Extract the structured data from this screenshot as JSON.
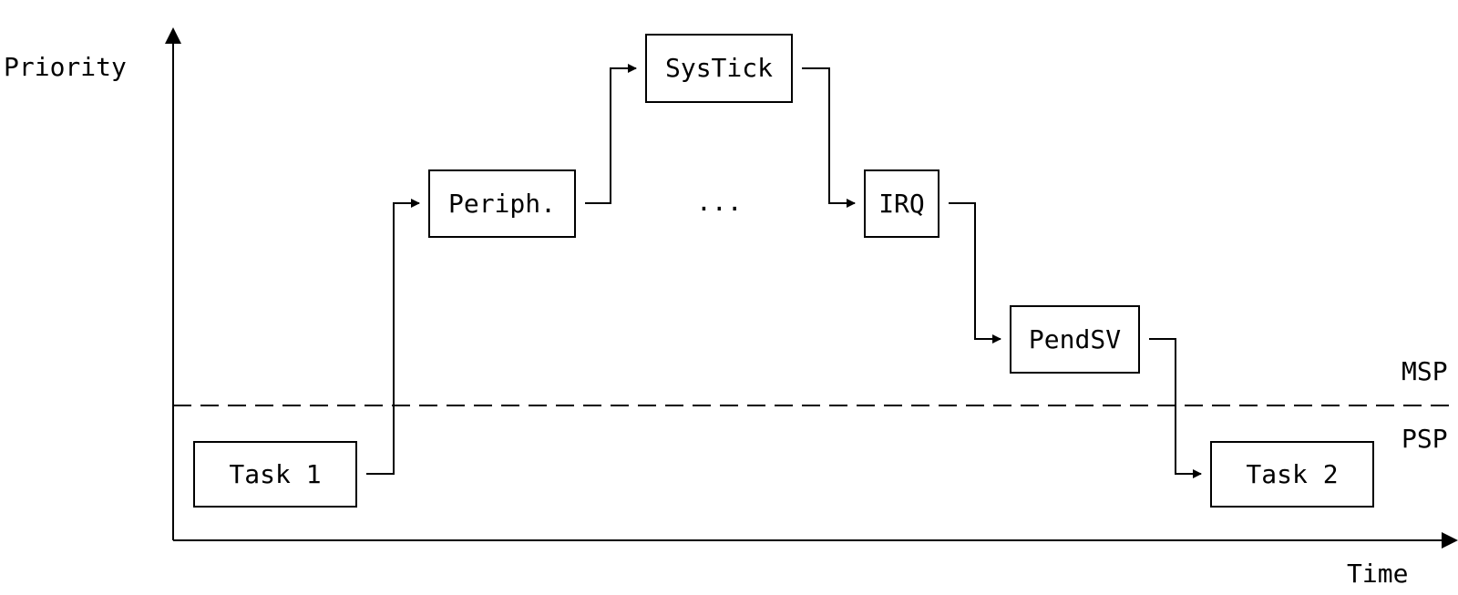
{
  "axes": {
    "y_label": "Priority",
    "x_label": "Time"
  },
  "stack_pointers": {
    "upper": "MSP",
    "lower": "PSP"
  },
  "nodes": {
    "task1": "Task 1",
    "periph": "Periph.",
    "systick": "SysTick",
    "ellipsis": "...",
    "irq": "IRQ",
    "pendsv": "PendSV",
    "task2": "Task 2"
  }
}
